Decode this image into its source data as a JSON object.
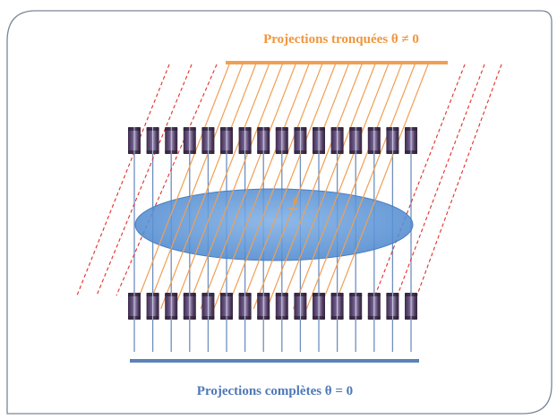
{
  "diagram": {
    "top_label": "Projections tronquées θ ≠ 0",
    "bottom_label": "Projections complètes θ = 0",
    "angle_label": "θ",
    "detector_count": 16,
    "colors": {
      "frame": "#7a8794",
      "orange": "#f0a055",
      "orange_text": "#f0963c",
      "blue_bar": "#5b82b8",
      "blue_text": "#4f78b8",
      "vertical_line": "#6f8fbf",
      "red_dashed": "#e0302a",
      "ellipse_fill": "#5b96d6",
      "ellipse_stroke": "#4a7fc0",
      "detector_body": "#4a3658",
      "detector_highlight": "#8c79a3"
    }
  }
}
